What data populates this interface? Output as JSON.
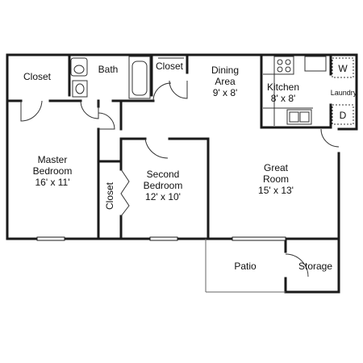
{
  "rooms": {
    "closet_master": {
      "name": "Closet"
    },
    "bath": {
      "name": "Bath"
    },
    "closet_bath": {
      "name": "Closet"
    },
    "dining": {
      "name": "Dining",
      "name2": "Area",
      "size": "9' x 8'"
    },
    "kitchen": {
      "name": "Kitchen",
      "size": "8' x 8'"
    },
    "laundry": {
      "name": "Laundry",
      "washer": "W",
      "dryer": "D"
    },
    "master": {
      "name": "Master",
      "name2": "Bedroom",
      "size": "16' x 11'"
    },
    "second": {
      "name": "Second",
      "name2": "Bedroom",
      "size": "12' x 10'"
    },
    "closet_second": {
      "name": "Closet"
    },
    "great": {
      "name": "Great",
      "name2": "Room",
      "size": "15' x 13'"
    },
    "patio": {
      "name": "Patio"
    },
    "storage": {
      "name": "Storage"
    }
  }
}
